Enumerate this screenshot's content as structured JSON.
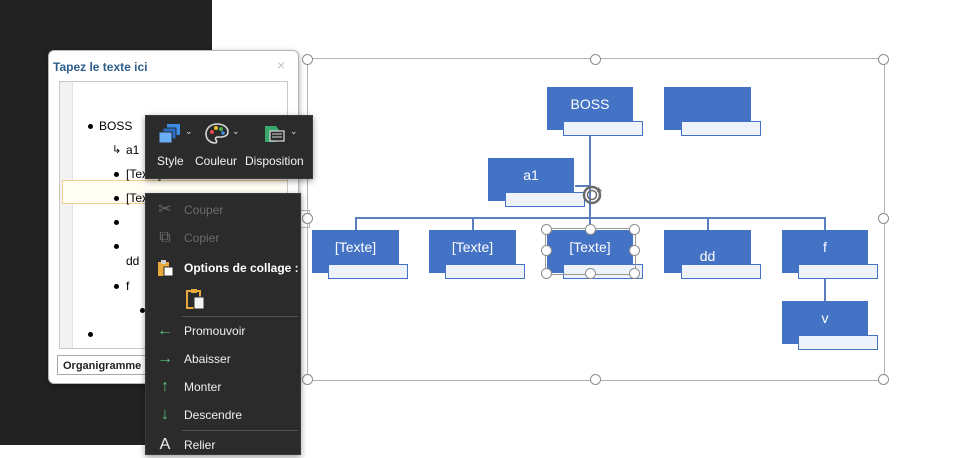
{
  "text_pane": {
    "title": "Tapez le texte ici",
    "close_glyph": "×",
    "items": [
      {
        "label": "BOSS"
      },
      {
        "label": "a1"
      },
      {
        "label": "[Texte]"
      },
      {
        "label": "[Texte]"
      },
      {
        "label": ""
      },
      {
        "label": ""
      },
      {
        "label": "dd"
      },
      {
        "label": "f"
      },
      {
        "label": ""
      }
    ],
    "footer": "Organigramme",
    "toggle_glyph": "›"
  },
  "mini_toolbar": {
    "buttons": [
      {
        "label": "Style",
        "icon": "style-icon"
      },
      {
        "label": "Couleur",
        "icon": "palette-icon"
      },
      {
        "label": "Disposition",
        "icon": "layout-icon"
      }
    ]
  },
  "context_menu": {
    "cut": "Couper",
    "copy": "Copier",
    "paste_options": "Options de collage :",
    "promote": "Promouvoir",
    "demote": "Abaisser",
    "move_up": "Monter",
    "move_down": "Descendre",
    "links": "Relier"
  },
  "chart": {
    "boss": "BOSS",
    "assistant": "",
    "a1": "a1",
    "level2": [
      "[Texte]",
      "[Texte]",
      "[Texte]",
      "dd",
      "f"
    ],
    "v": "v"
  },
  "colors": {
    "node_fill": "#4472c4",
    "connector": "#5b7fbf",
    "menu_bg": "#2b2b2b",
    "arrow_green": "#5bc27a"
  }
}
